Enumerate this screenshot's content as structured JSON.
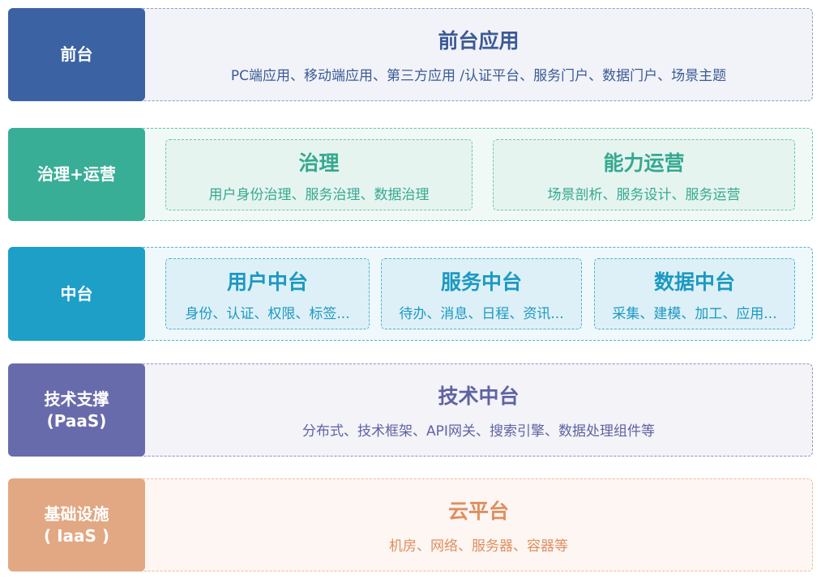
{
  "colors": {
    "frontend": "#3b62a3",
    "gov": "#38ae96",
    "mid": "#1d9fc8",
    "tech": "#686bab",
    "infra": "#e2a883"
  },
  "rows": [
    {
      "label": "前台",
      "title": "前台应用",
      "desc": "PC端应用、移动端应用、第三方应用 /认证平台、服务门户、数据门户、场景主题"
    },
    {
      "label": "治理+运营",
      "subs": [
        {
          "title": "治理",
          "desc": "用户身份治理、服务治理、数据治理"
        },
        {
          "title": "能力运营",
          "desc": "场景剖析、服务设计、服务运营"
        }
      ]
    },
    {
      "label": "中台",
      "subs": [
        {
          "title": "用户中台",
          "desc": "身份、认证、权限、标签..."
        },
        {
          "title": "服务中台",
          "desc": "待办、消息、日程、资讯..."
        },
        {
          "title": "数据中台",
          "desc": "采集、建模、加工、应用..."
        }
      ]
    },
    {
      "label": "技术支撑\n(PaaS)",
      "title": "技术中台",
      "desc": "分布式、技术框架、API网关、搜索引擎、数据处理组件等"
    },
    {
      "label": "基础设施\n( IaaS )",
      "title": "云平台",
      "desc": "机房、网络、服务器、容器等"
    }
  ]
}
